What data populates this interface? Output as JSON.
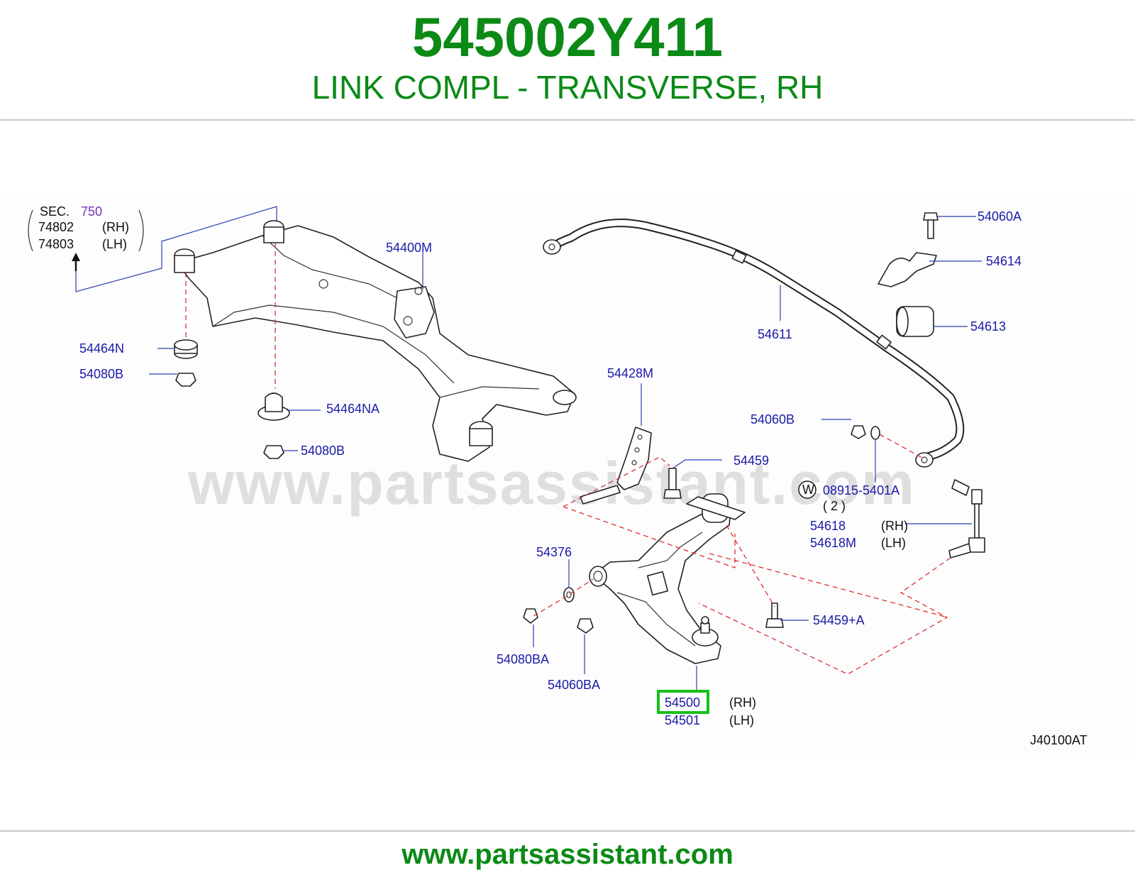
{
  "header": {
    "part_number": "545002Y411",
    "part_name": "LINK COMPL - TRANSVERSE, RH"
  },
  "watermark": "www.partsassistant.com",
  "footer": {
    "url": "www.partsassistant.com"
  },
  "diagram": {
    "code": "J40100AT",
    "section_ref": {
      "prefix": "SEC.",
      "number": "750",
      "parts": [
        "74802",
        "74803"
      ],
      "sides": [
        "(RH)",
        "(LH)"
      ]
    },
    "callouts": {
      "c54400M": "54400M",
      "c54464N": "54464N",
      "c54080B_1": "54080B",
      "c54464NA": "54464NA",
      "c54080B_2": "54080B",
      "c54611": "54611",
      "c54060A": "54060A",
      "c54614": "54614",
      "c54613": "54613",
      "c54428M": "54428M",
      "c54060B": "54060B",
      "c54459": "54459",
      "w_symbol": "W",
      "c08915": "08915-5401A",
      "c08915_qty": "( 2 )",
      "c54618": "54618",
      "c54618_side": "(RH)",
      "c54618M": "54618M",
      "c54618M_side": "(LH)",
      "c54376": "54376",
      "c54459A": "54459+A",
      "c54080BA": "54080BA",
      "c54060BA": "54060BA",
      "c54500": "54500",
      "c54500_side": "(RH)",
      "c54501": "54501",
      "c54501_side": "(LH)"
    },
    "highlighted_part": "54500",
    "colors": {
      "brand": "#0b8a16",
      "callout": "#1a1aa8",
      "highlight": "#17c017",
      "dashed_guide": "#e03030"
    }
  }
}
